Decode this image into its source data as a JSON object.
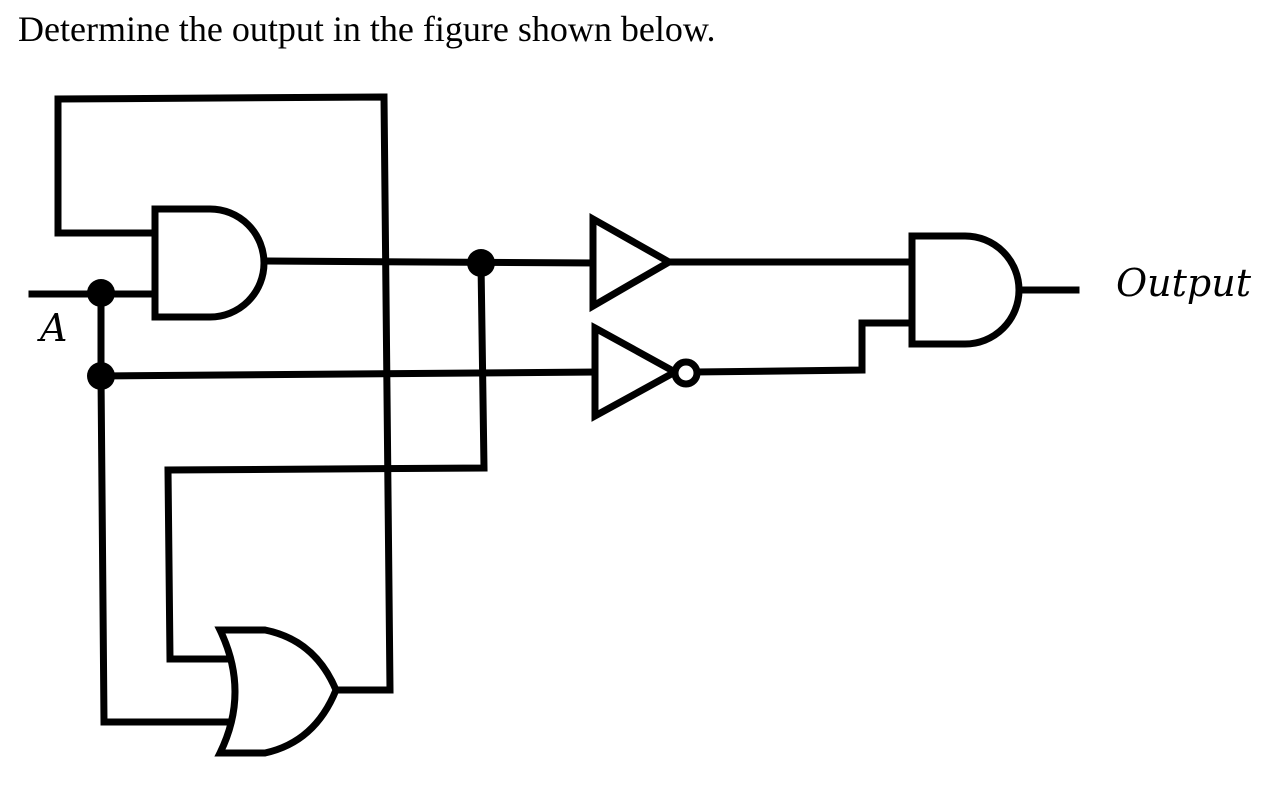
{
  "question": {
    "text": "Determine the output in the figure shown below."
  },
  "circuit": {
    "input_label": "A",
    "output_label": "Output",
    "gates": [
      "and-gate",
      "buffer-gate",
      "not-gate",
      "and-gate",
      "or-gate"
    ]
  }
}
